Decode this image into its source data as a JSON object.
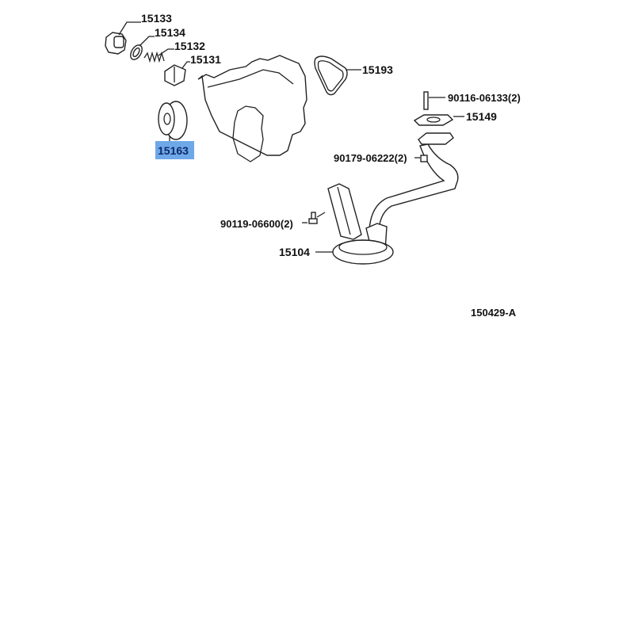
{
  "diagram": {
    "parts": [
      {
        "id": "15133",
        "label": "15133"
      },
      {
        "id": "15134",
        "label": "15134"
      },
      {
        "id": "15132",
        "label": "15132"
      },
      {
        "id": "15131",
        "label": "15131"
      },
      {
        "id": "15193",
        "label": "15193"
      },
      {
        "id": "90116-06133",
        "label": "90116-06133(2)"
      },
      {
        "id": "15149",
        "label": "15149"
      },
      {
        "id": "90179-06222",
        "label": "90179-06222(2)"
      },
      {
        "id": "15163",
        "label": "15163",
        "highlighted": true
      },
      {
        "id": "90119-06600",
        "label": "90119-06600(2)"
      },
      {
        "id": "15104",
        "label": "15104"
      }
    ],
    "reference": "150429-A",
    "highlight_color": "#6fa8e8"
  }
}
